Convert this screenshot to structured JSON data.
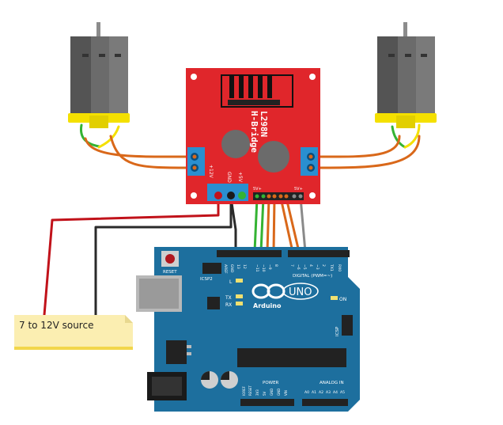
{
  "colors": {
    "board_red": "#e0262b",
    "arduino_blue": "#1d6f9e",
    "arduino_dark": "#0f5478",
    "motor_gray": "#6b6b6b",
    "motor_yellow": "#f4e000",
    "wire_red": "#c1121a",
    "wire_black": "#2a2a2a",
    "wire_orange": "#d9681a",
    "wire_green": "#34b333",
    "wire_gray": "#8a8a8a",
    "terminal_blue": "#2a8fd0",
    "note_yellow": "#fbeeb1"
  },
  "l298n": {
    "title_line1": "L298N",
    "title_line2": "H-Bridge",
    "label_12v": "+12V",
    "label_gnd": "GND",
    "label_5v": "+5V",
    "label_5v_a": "5V+",
    "label_5v_b": "5V+"
  },
  "arduino": {
    "reset_label": "RESET",
    "icsp2_label": "ICSP2",
    "icsp_label": "ICSP",
    "logo_text": "Arduino",
    "uno_text": "UNO",
    "on_label": "ON",
    "led_l": "L",
    "led_tx": "TX",
    "led_rx": "RX",
    "digital_label": "DIGITAL (PWM=~)",
    "power_label": "POWER",
    "analog_label": "ANALOG IN",
    "aref_label": "AREF",
    "gnd_label": "GND",
    "pin_13": "13",
    "pin_12": "12",
    "pin_11": "~11",
    "pin_10": "~10",
    "pin_9": "~9",
    "pin_8": "8",
    "pin_7": "7",
    "pin_6": "~6",
    "pin_5": "~5",
    "pin_4": "4",
    "pin_3": "~3",
    "pin_2": "2",
    "tx1": "TX1",
    "rx0": "RX0",
    "power_pins": [
      "IOREF",
      "RESET",
      "3V3",
      "5V",
      "GND",
      "GND",
      "VIN"
    ],
    "analog_pins": [
      "A0",
      "A1",
      "A2",
      "A3",
      "A4",
      "A5"
    ]
  },
  "power_source": {
    "label": "7 to 12V source"
  },
  "icons": [
    "motor-left-icon",
    "motor-right-icon",
    "heatsink-icon",
    "capacitor-icon",
    "reset-button-icon",
    "usb-port-icon",
    "barrel-jack-icon",
    "infinity-logo-icon"
  ]
}
